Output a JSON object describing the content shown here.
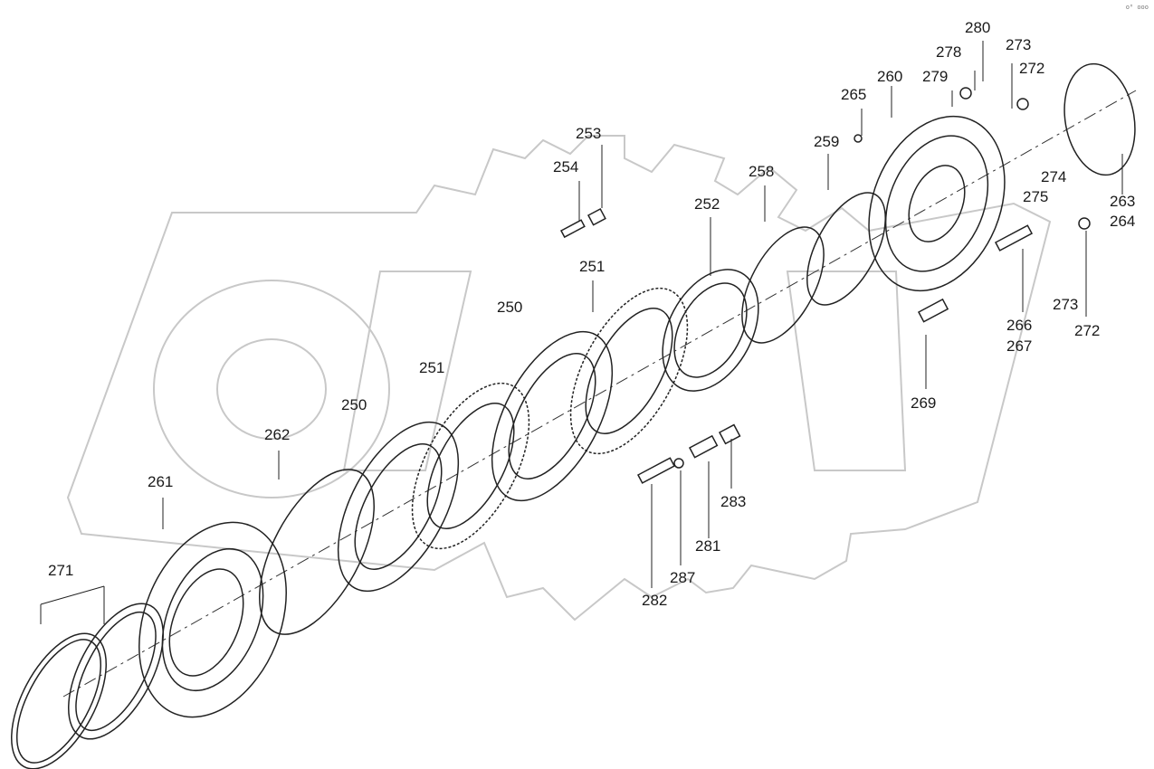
{
  "corner_mark": "oᴴ ooo",
  "parts": [
    {
      "label": "280"
    },
    {
      "label": "278"
    },
    {
      "label": "279"
    },
    {
      "label": "273"
    },
    {
      "label": "272"
    },
    {
      "label": "260"
    },
    {
      "label": "265"
    },
    {
      "label": "253"
    },
    {
      "label": "259"
    },
    {
      "label": "254"
    },
    {
      "label": "258"
    },
    {
      "label": "274"
    },
    {
      "label": "275"
    },
    {
      "label": "252"
    },
    {
      "label": "263"
    },
    {
      "label": "264"
    },
    {
      "label": "251"
    },
    {
      "label": "250"
    },
    {
      "label": "273"
    },
    {
      "label": "272"
    },
    {
      "label": "266"
    },
    {
      "label": "267"
    },
    {
      "label": "251"
    },
    {
      "label": "269"
    },
    {
      "label": "250"
    },
    {
      "label": "262"
    },
    {
      "label": "261"
    },
    {
      "label": "283"
    },
    {
      "label": "281"
    },
    {
      "label": "271"
    },
    {
      "label": "287"
    },
    {
      "label": "282"
    }
  ],
  "colors": {
    "line": "#222222",
    "watermark": "#c8c8c8"
  }
}
